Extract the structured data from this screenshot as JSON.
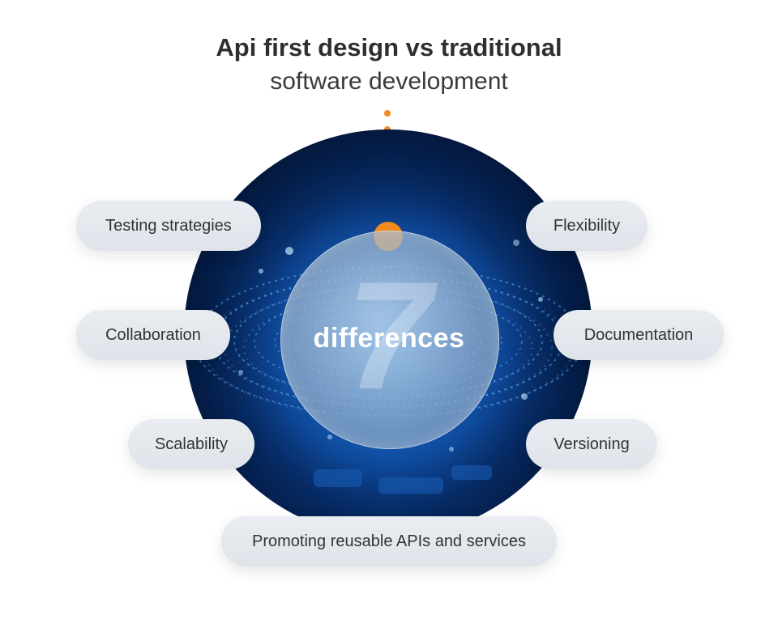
{
  "title": {
    "line1": "Api first design vs traditional",
    "line2": "software development"
  },
  "center": {
    "number": "7",
    "label": "differences"
  },
  "items": {
    "testing_strategies": "Testing strategies",
    "flexibility": "Flexibility",
    "collaboration": "Collaboration",
    "documentation": "Documentation",
    "scalability": "Scalability",
    "versioning": "Versioning",
    "reusable_apis": "Promoting reusable APIs and services"
  },
  "colors": {
    "accent": "#f28a1c",
    "pill_bg": "#e4e8ed",
    "circle_dark": "#031536",
    "circle_light": "#1e78d8"
  }
}
